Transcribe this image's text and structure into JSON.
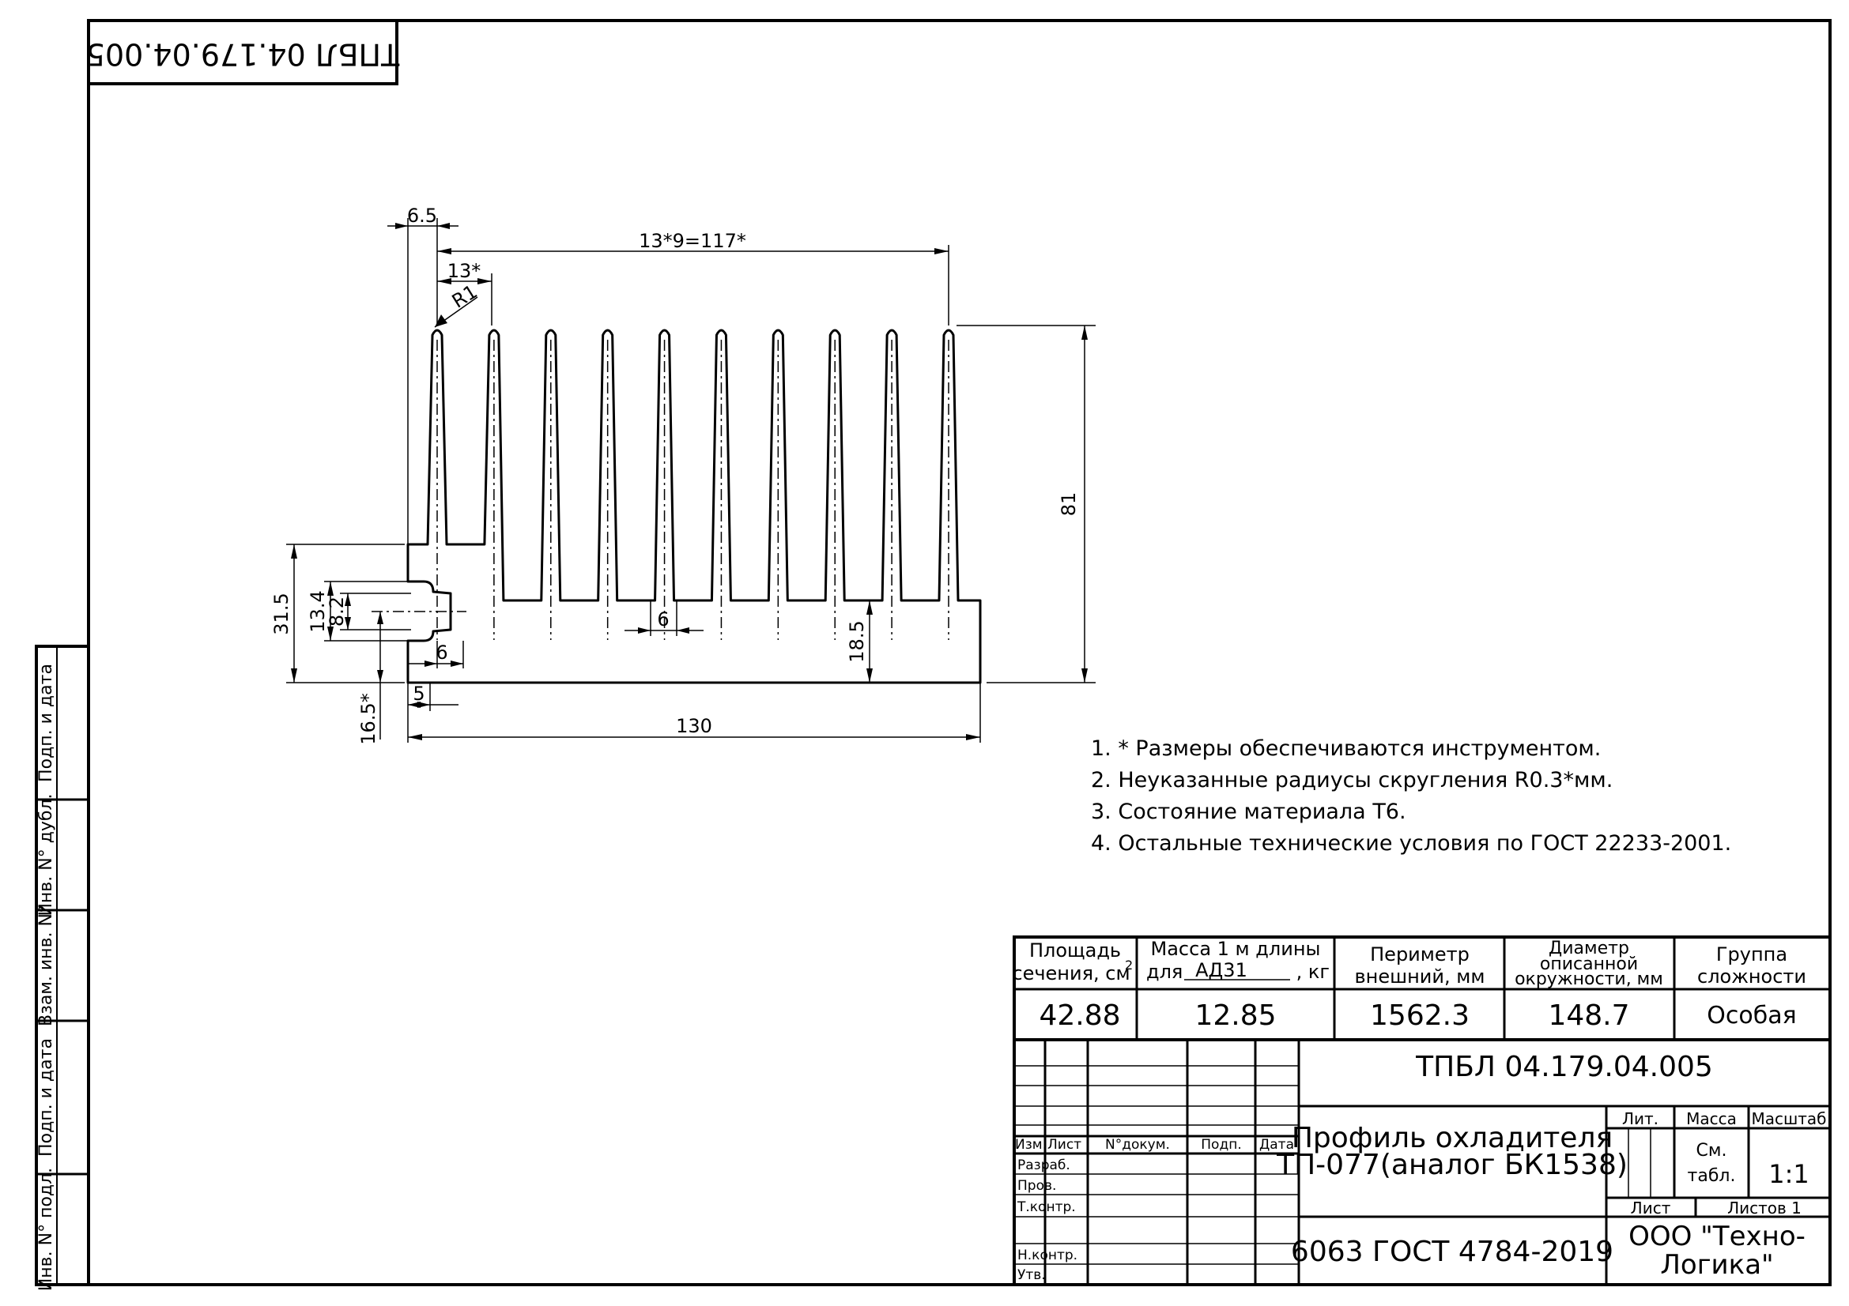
{
  "stamp_top": "ТПБЛ 04.179.04.005",
  "side_labels": [
    "Подп. и дата",
    "Инв. N° дубл.",
    "Взам. инв. N°",
    "Подп. и дата",
    "Инв. N° подл."
  ],
  "dimensions": {
    "d_6_5": "6.5",
    "d_117": "13*9=117*",
    "d_13": "13*",
    "d_r1": "R1",
    "d_81": "81",
    "d_31_5": "31.5",
    "d_13_4": "13.4",
    "d_8_2": "8.2",
    "d_6_slot": "6",
    "d_6_gap": "6",
    "d_18_5": "18.5",
    "d_5": "5",
    "d_16_5": "16.5*",
    "d_130": "130"
  },
  "notes": [
    "1. * Размеры обеспечиваются инструментом.",
    "2. Неуказанные радиусы скругления R0.3*мм.",
    "3. Состояние материала Т6.",
    "4. Остальные технические условия по ГОСТ 22233-2001."
  ],
  "props": {
    "area_l1": "Площадь",
    "area_l2": "сечения, см",
    "area_sup": "2",
    "mass_l1": "Масса 1 м длины",
    "mass_l2a": "для",
    "mass_alloy": "АД31",
    "mass_l2b": ", кг",
    "perim_l1": "Периметр",
    "perim_l2": "внешний, мм",
    "diam_l1": "Диаметр",
    "diam_l2": "описанной",
    "diam_l3": "окружности, мм",
    "group_l1": "Группа",
    "group_l2": "сложности",
    "area_v": "42.88",
    "mass_v": "12.85",
    "perim_v": "1562.3",
    "diam_v": "148.7",
    "group_v": "Особая"
  },
  "title_block": {
    "designation": "ТПБЛ 04.179.04.005",
    "name_l1": "Профиль охладителя",
    "name_l2": "ТП-077(аналог БК1538)",
    "material": "6063 ГОСТ 4784-2019",
    "company_l1": "ООО \"Техно-",
    "company_l2": "Логика\"",
    "h_izm": "Изм.",
    "h_list": "Лист",
    "h_doc": "N°докум.",
    "h_podp": "Подп.",
    "h_data": "Дата",
    "r_razrab": "Разраб.",
    "r_prov": "Пров.",
    "r_tkontr": "Т.контр.",
    "r_nkontr": "Н.контр.",
    "r_utv": "Утв.",
    "lit": "Лит.",
    "massa": "Масса",
    "masshtab": "Масштаб",
    "sm_l1": "См.",
    "sm_l2": "табл.",
    "scale": "1:1",
    "list_label": "Лист",
    "listov_label": "Листов 1"
  }
}
